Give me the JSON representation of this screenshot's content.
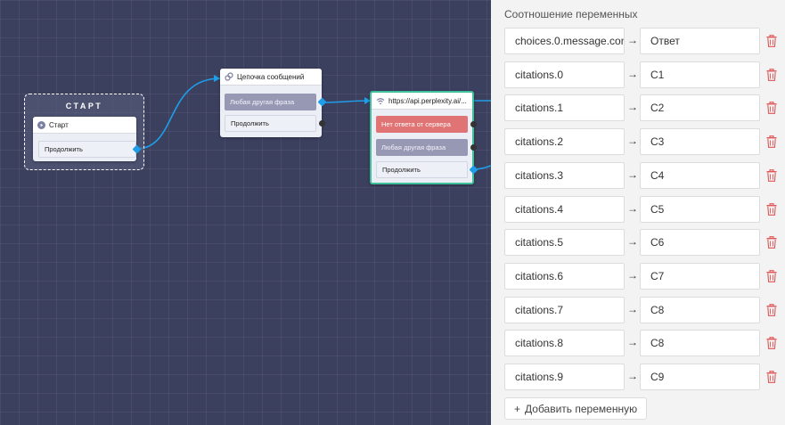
{
  "canvas": {
    "start_group": {
      "title": "СТАРТ",
      "node_title": "Старт",
      "continue_label": "Продолжить"
    },
    "chain_node": {
      "title": "Цепочка сообщений",
      "any_phrase_label": "Любая другая фраза",
      "continue_label": "Продолжить"
    },
    "api_node": {
      "title": "https://api.perplexity.ai/...",
      "no_response_label": "Нет ответа от сервера",
      "any_phrase_label": "Любая другая фраза",
      "continue_label": "Продолжить"
    },
    "colors": {
      "wire": "#1e9ee8",
      "selected_border": "#3fbf9a",
      "error_pill": "#e07474"
    }
  },
  "panel": {
    "title": "Соотношение переменных",
    "arrow": "→",
    "rows": [
      {
        "src": "choices.0.message.con",
        "dst": "Ответ"
      },
      {
        "src": "citations.0",
        "dst": "C1"
      },
      {
        "src": "citations.1",
        "dst": "C2"
      },
      {
        "src": "citations.2",
        "dst": "C3"
      },
      {
        "src": "citations.3",
        "dst": "C4"
      },
      {
        "src": "citations.4",
        "dst": "C5"
      },
      {
        "src": "citations.5",
        "dst": "C6"
      },
      {
        "src": "citations.6",
        "dst": "C7"
      },
      {
        "src": "citations.7",
        "dst": "C8"
      },
      {
        "src": "citations.8",
        "dst": "C8"
      },
      {
        "src": "citations.9",
        "dst": "C9"
      }
    ],
    "add_button": {
      "icon": "+",
      "label": "Добавить переменную"
    }
  }
}
